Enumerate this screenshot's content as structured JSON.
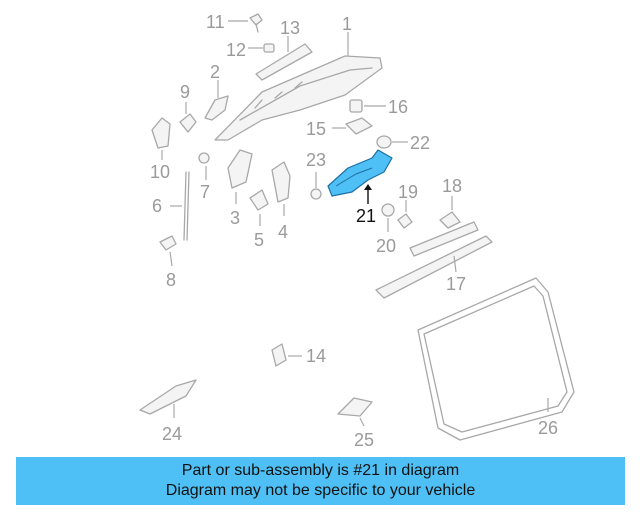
{
  "diagram": {
    "highlight_color": "#4fc0f5",
    "highlighted_part": "21",
    "callouts": {
      "p1": "1",
      "p2": "2",
      "p3": "3",
      "p4": "4",
      "p5": "5",
      "p6": "6",
      "p7": "7",
      "p8": "8",
      "p9": "9",
      "p10": "10",
      "p11": "11",
      "p12": "12",
      "p13": "13",
      "p14": "14",
      "p15": "15",
      "p16": "16",
      "p17": "17",
      "p18": "18",
      "p19": "19",
      "p20": "20",
      "p21": "21",
      "p22": "22",
      "p23": "23",
      "p24": "24",
      "p25": "25",
      "p26": "26"
    }
  },
  "banner": {
    "line1": "Part or sub-assembly is #21 in diagram",
    "line2": "Diagram may not be specific to your vehicle",
    "color": "#4fc0f5"
  }
}
